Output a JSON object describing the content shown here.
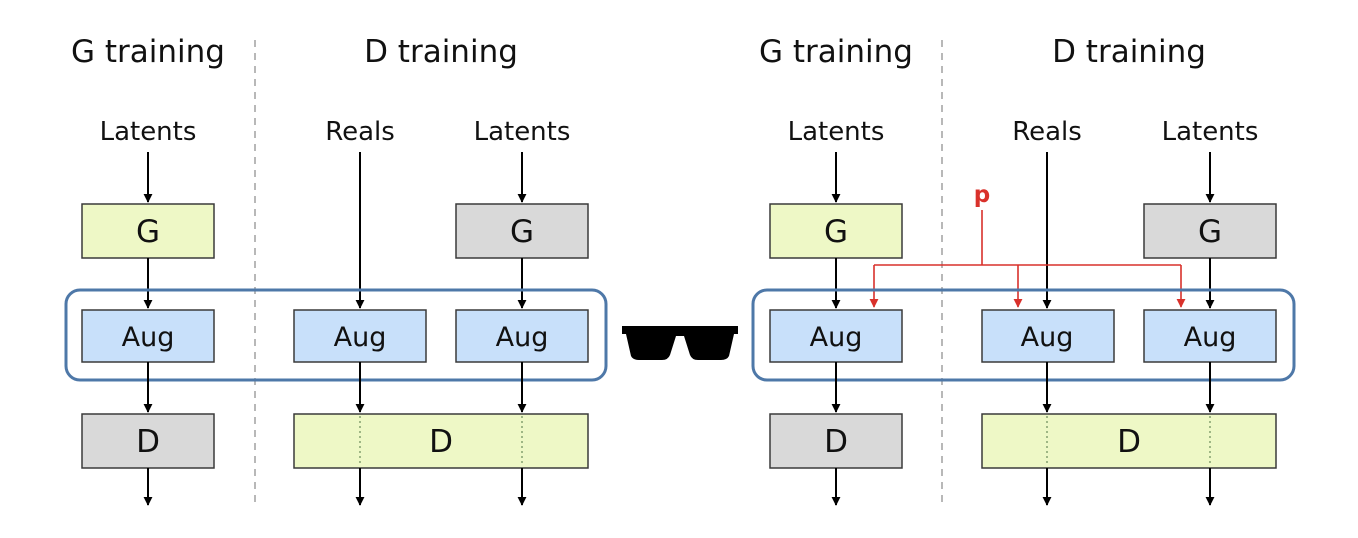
{
  "colors": {
    "generator_trained": "#eef8c6",
    "frozen": "#d9d9d9",
    "augment": "#c8e0fa",
    "aug_frame": "#4e78a8",
    "arrow": "#000000",
    "p_signal": "#d9312b",
    "divider": "#b8b8b8"
  },
  "left_panel": {
    "g_training": {
      "title": "G training",
      "input": "Latents",
      "generator": "G",
      "augment": "Aug",
      "discriminator": "D"
    },
    "d_training": {
      "title": "D training",
      "input_reals": "Reals",
      "input_latents": "Latents",
      "generator": "G",
      "augment_reals": "Aug",
      "augment_fakes": "Aug",
      "discriminator": "D"
    }
  },
  "separator_icon": "sunglasses-icon",
  "right_panel": {
    "probability_label": "p",
    "g_training": {
      "title": "G training",
      "input": "Latents",
      "generator": "G",
      "augment": "Aug",
      "discriminator": "D"
    },
    "d_training": {
      "title": "D training",
      "input_reals": "Reals",
      "input_latents": "Latents",
      "generator": "G",
      "augment_reals": "Aug",
      "augment_fakes": "Aug",
      "discriminator": "D"
    }
  }
}
